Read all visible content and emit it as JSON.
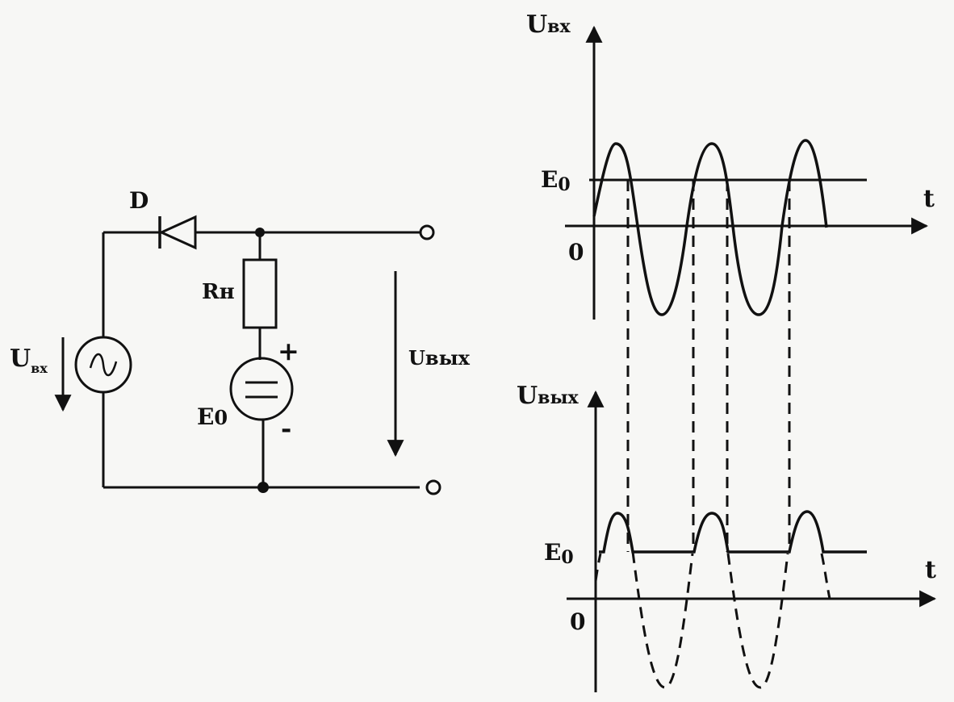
{
  "circuit": {
    "diode_label": "D",
    "resistor_label": "Rн",
    "source_label": "Uвх",
    "source_label_main": "U",
    "source_label_sub": "вх",
    "emf_label_main": "E",
    "emf_label_sub": "0",
    "plus_sign": "+",
    "minus_sign": "-",
    "output_label": "Uвых"
  },
  "graphs": {
    "input": {
      "ylabel": "Uвх",
      "ylabel_main": "U",
      "ylabel_sub": "вх",
      "xlabel": "t",
      "origin_label": "0",
      "level_label_main": "E",
      "level_label_sub": "0"
    },
    "output": {
      "ylabel": "Uвых",
      "ylabel_main": "U",
      "ylabel_sub": "вых",
      "xlabel": "t",
      "origin_label": "0",
      "level_label_main": "E",
      "level_label_sub": "0"
    }
  }
}
